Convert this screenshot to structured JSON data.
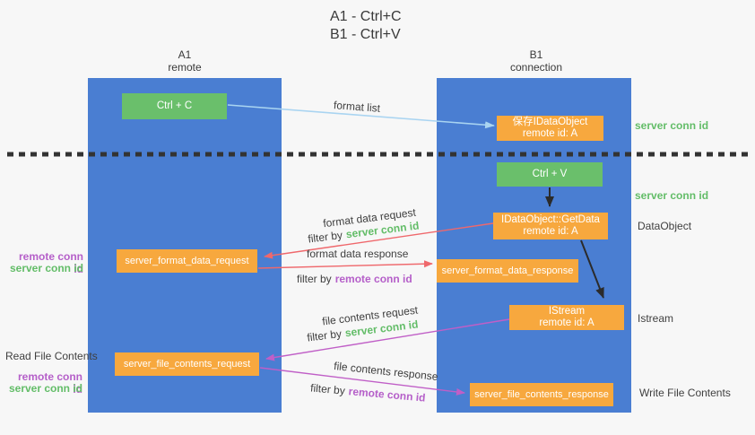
{
  "colors": {
    "background": "#f7f7f7",
    "lifeline_blue": "#4a7ed2",
    "node_green": "#6abf6b",
    "node_orange": "#f7a83e",
    "arrow_lightblue": "#a9d4f1",
    "arrow_red": "#ef686c",
    "arrow_magenta": "#c05fc7",
    "arrow_black": "#2b2b2b",
    "label_green": "#63bd68",
    "label_purple": "#b55fc9",
    "label_dark": "#3f3f3f"
  },
  "title": {
    "line1": "A1 - Ctrl+C",
    "line2": "B1 - Ctrl+V"
  },
  "lifelines": {
    "a1": {
      "name": "A1",
      "role": "remote"
    },
    "b1": {
      "name": "B1",
      "role": "connection"
    }
  },
  "nodes": {
    "ctrl_c": {
      "label": "Ctrl + C"
    },
    "ctrl_v": {
      "label": "Ctrl + V"
    },
    "save_dataobject": {
      "line1": "保存IDataObject",
      "line2": "remote id: A"
    },
    "getdata": {
      "line1": "IDataObject::GetData",
      "line2": "remote id: A"
    },
    "istream": {
      "line1": "IStream",
      "line2": "remote id: A"
    },
    "format_request": {
      "label": "server_format_data_request"
    },
    "format_response": {
      "label": "server_format_data_response"
    },
    "file_request": {
      "label": "server_file_contents_request"
    },
    "file_response": {
      "label": "server_file_contents_response"
    }
  },
  "arrows": {
    "format_list": {
      "label": "format list"
    },
    "format_data_request": {
      "label": "format data request",
      "filter_prefix": "filter by",
      "filter_key": "server conn id"
    },
    "format_data_response": {
      "label": "format data response",
      "filter_prefix": "filter by",
      "filter_key": "remote conn id"
    },
    "file_contents_request": {
      "label": "file contents request",
      "filter_prefix": "filter by",
      "filter_key": "server conn id"
    },
    "file_contents_response": {
      "label": "file contents response",
      "filter_prefix": "filter by",
      "filter_key": "remote conn id"
    }
  },
  "side_labels": {
    "right_server_conn_top": "server conn id",
    "right_server_conn_mid": "server conn id",
    "right_dataobject": "DataObject",
    "right_istream": "Istream",
    "right_write_file": "Write File Contents",
    "left_remote_conn_mid": "remote conn id",
    "left_server_conn_mid": "server conn id",
    "left_read_file": "Read File Contents",
    "left_remote_conn_bottom": "remote conn id",
    "left_server_conn_bottom": "server conn id"
  }
}
